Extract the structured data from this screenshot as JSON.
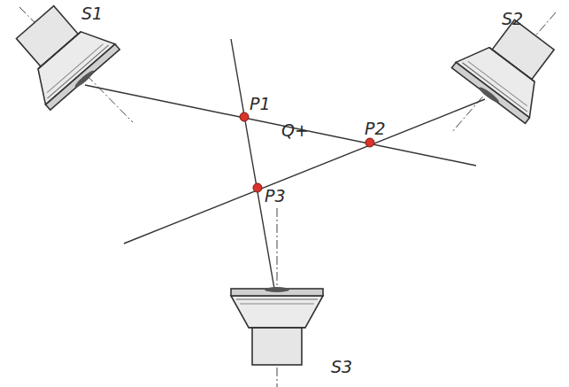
{
  "diagram": {
    "labels": [
      "S1",
      "S2",
      "S3",
      "P1",
      "P2",
      "P3",
      "Q+"
    ]
  }
}
